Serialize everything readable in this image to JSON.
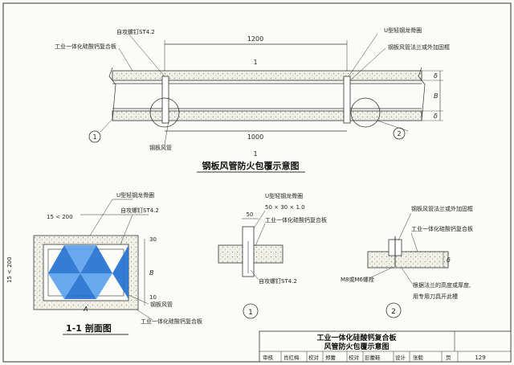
{
  "main_view": {
    "title": "钢板风管防火包覆示意图",
    "dim_top": "1200",
    "dim_bottom": "1000",
    "label_screw": "自攻螺钉ST4.2",
    "label_panel": "工业一体化硅酸钙复合板",
    "label_uclip": "U型轻钢龙骨圈",
    "label_flange": "钢板风管法兰或外加固框",
    "label_duct": "钢板风管",
    "dim_delta_1": "δ",
    "dim_B": "B",
    "dim_delta_2": "δ",
    "callout_1": "1",
    "callout_2": "2",
    "cut_1": "1",
    "cut_1b": "1"
  },
  "section_view": {
    "title": "1-1 剖面图",
    "label_uclip": "U型轻钢龙骨圈",
    "label_screw": "自攻螺钉ST4.2",
    "label_duct": "钢板风管",
    "label_panel": "工业一体化硅酸钙复合板",
    "dim_top": "15 < 200",
    "dim_left": "15 < 200",
    "dim_A": "A",
    "dim_B": "B",
    "dim_30": "30",
    "dim_10": "10"
  },
  "detail_1": {
    "callout": "1",
    "dim_50": "50",
    "label_uclip": "U型轻钢龙骨圈",
    "label_section": "50 × 30 × 1.0",
    "label_panel": "工业一体化硅酸钙复合板",
    "label_screw": "自攻螺钉ST4.2"
  },
  "detail_2": {
    "callout": "2",
    "label_flange": "钢板风管法兰或外加固框",
    "label_panel": "工业一体化硅酸钙复合板",
    "label_bolt": "M8或M6螺栓",
    "label_note1": "根据法兰的高度或厚度,",
    "label_note2": "用专用刀具开此槽",
    "dim_delta": "δ"
  },
  "title_block": {
    "title_line1": "工业一体化硅酸钙复合板",
    "title_line2": "风管防火包覆示意图",
    "cells": [
      "审核",
      "肖红梅",
      "校对",
      "郑蕾",
      "校对",
      "彭蕾鞋",
      "设计",
      "张毅",
      "页",
      "129"
    ]
  }
}
